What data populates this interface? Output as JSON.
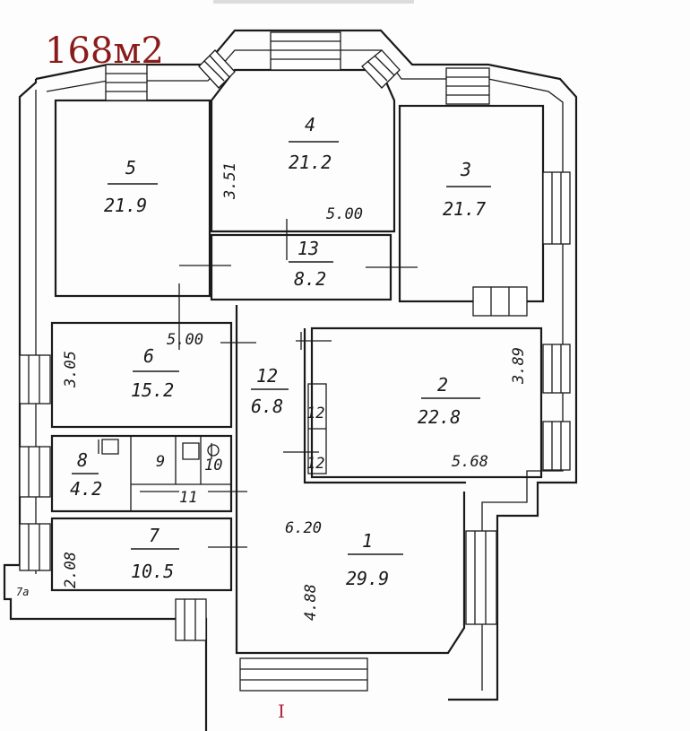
{
  "plan": {
    "total_area": "168м2",
    "entrance": "I",
    "rooms": [
      {
        "id": "room-1",
        "num": "1",
        "area": "29.9"
      },
      {
        "id": "room-2",
        "num": "2",
        "area": "22.8"
      },
      {
        "id": "room-3",
        "num": "3",
        "area": "21.7"
      },
      {
        "id": "room-4",
        "num": "4",
        "area": "21.2"
      },
      {
        "id": "room-5",
        "num": "5",
        "area": "21.9"
      },
      {
        "id": "room-6",
        "num": "6",
        "area": "15.2"
      },
      {
        "id": "room-7",
        "num": "7",
        "area": "10.5"
      },
      {
        "id": "room-8",
        "num": "8",
        "area": "4.2"
      },
      {
        "id": "room-9",
        "num": "9",
        "area": ""
      },
      {
        "id": "room-10",
        "num": "10",
        "area": ""
      },
      {
        "id": "room-11",
        "num": "11",
        "area": ""
      },
      {
        "id": "room-12",
        "num": "12",
        "area": "6.8"
      },
      {
        "id": "room-13",
        "num": "13",
        "area": "8.2"
      },
      {
        "id": "room-12a",
        "num": "12",
        "area": ""
      },
      {
        "id": "room-12b",
        "num": "12",
        "area": ""
      },
      {
        "id": "room-7a",
        "num": "7а",
        "area": ""
      }
    ],
    "dimensions": {
      "d1": "3.51",
      "d2": "5.00",
      "d3": "5.00",
      "d4": "3.05",
      "d5": "3.89",
      "d6": "5.68",
      "d7": "6.20",
      "d8": "4.88",
      "d9": "2.08"
    }
  }
}
